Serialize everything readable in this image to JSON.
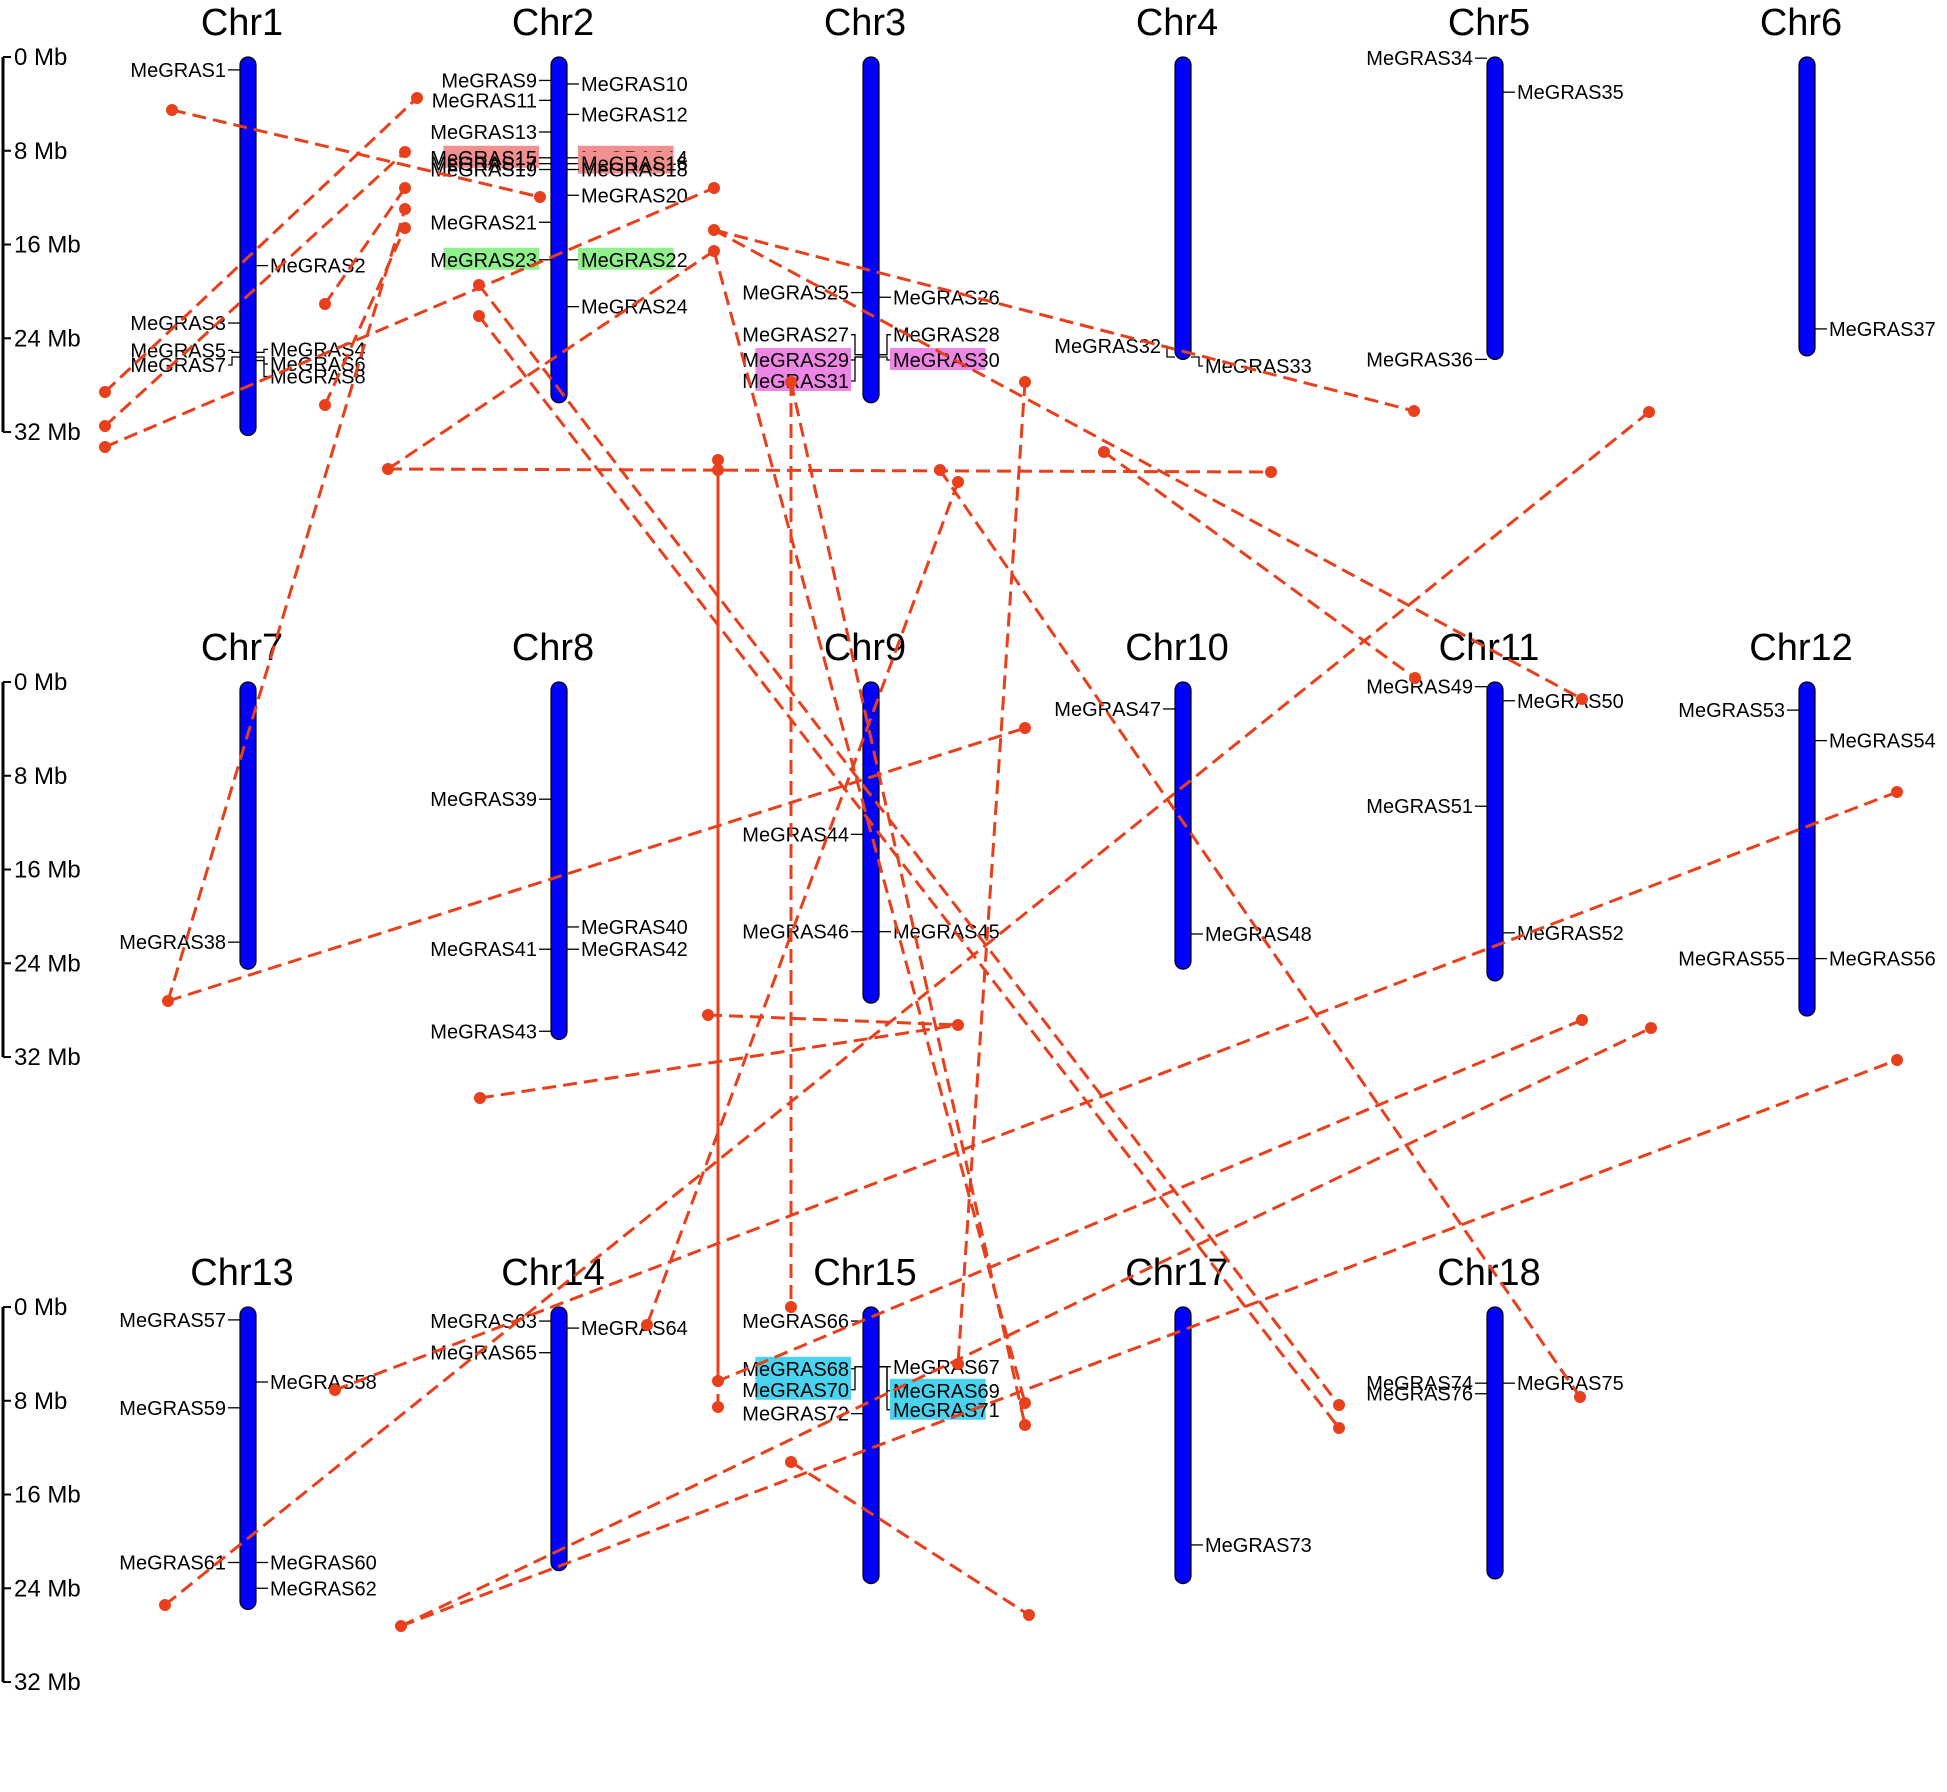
{
  "colors": {
    "chromosome": "#0000ff",
    "duplication_line": "#e8401c",
    "highlight_red": "#f29090",
    "highlight_green": "#8ff08c",
    "highlight_pink": "#ee86e6",
    "highlight_cyan": "#4ad3ee"
  },
  "scale_labels": [
    "0 Mb",
    "8 Mb",
    "16 Mb",
    "24 Mb",
    "32 Mb"
  ],
  "chromosomes": [
    {
      "name": "Chr1",
      "length_mb": 32.3
    },
    {
      "name": "Chr2",
      "length_mb": 29.5
    },
    {
      "name": "Chr3",
      "length_mb": 29.5
    },
    {
      "name": "Chr4",
      "length_mb": 25.8
    },
    {
      "name": "Chr5",
      "length_mb": 25.8
    },
    {
      "name": "Chr6",
      "length_mb": 25.5
    },
    {
      "name": "Chr7",
      "length_mb": 24.5
    },
    {
      "name": "Chr8",
      "length_mb": 30.5
    },
    {
      "name": "Chr9",
      "length_mb": 27.4
    },
    {
      "name": "Chr10",
      "length_mb": 24.5
    },
    {
      "name": "Chr11",
      "length_mb": 25.5
    },
    {
      "name": "Chr12",
      "length_mb": 28.5
    },
    {
      "name": "Chr13",
      "length_mb": 25.8
    },
    {
      "name": "Chr14",
      "length_mb": 22.5
    },
    {
      "name": "Chr15",
      "length_mb": 23.6
    },
    {
      "name": "Chr17",
      "length_mb": 23.6
    },
    {
      "name": "Chr18",
      "length_mb": 23.2
    }
  ],
  "genes": [
    {
      "name": "MeGRAS1",
      "chr": "Chr1",
      "mb": 1.1,
      "side": "L"
    },
    {
      "name": "MeGRAS2",
      "chr": "Chr1",
      "mb": 17.8,
      "side": "R"
    },
    {
      "name": "MeGRAS3",
      "chr": "Chr1",
      "mb": 22.7,
      "side": "L"
    },
    {
      "name": "MeGRAS4",
      "chr": "Chr1",
      "mb": 25.2,
      "side": "R"
    },
    {
      "name": "MeGRAS5",
      "chr": "Chr1",
      "mb": 25.2,
      "side": "L"
    },
    {
      "name": "MeGRAS6",
      "chr": "Chr1",
      "mb": 25.6,
      "side": "R"
    },
    {
      "name": "MeGRAS7",
      "chr": "Chr1",
      "mb": 25.6,
      "side": "L"
    },
    {
      "name": "MeGRAS8",
      "chr": "Chr1",
      "mb": 25.9,
      "side": "R"
    },
    {
      "name": "MeGRAS9",
      "chr": "Chr2",
      "mb": 2.0,
      "side": "L"
    },
    {
      "name": "MeGRAS10",
      "chr": "Chr2",
      "mb": 2.3,
      "side": "R"
    },
    {
      "name": "MeGRAS11",
      "chr": "Chr2",
      "mb": 3.7,
      "side": "L"
    },
    {
      "name": "MeGRAS12",
      "chr": "Chr2",
      "mb": 4.9,
      "side": "R"
    },
    {
      "name": "MeGRAS13",
      "chr": "Chr2",
      "mb": 6.4,
      "side": "L"
    },
    {
      "name": "MeGRAS14",
      "chr": "Chr2",
      "mb": 8.6,
      "side": "R",
      "hl": "highlight_red"
    },
    {
      "name": "MeGRAS15",
      "chr": "Chr2",
      "mb": 8.6,
      "side": "L",
      "hl": "highlight_red"
    },
    {
      "name": "MeGRAS16",
      "chr": "Chr2",
      "mb": 9.1,
      "side": "R",
      "hl": "highlight_red"
    },
    {
      "name": "MeGRAS17",
      "chr": "Chr2",
      "mb": 9.1,
      "side": "L"
    },
    {
      "name": "MeGRAS18",
      "chr": "Chr2",
      "mb": 9.6,
      "side": "R"
    },
    {
      "name": "MeGRAS19",
      "chr": "Chr2",
      "mb": 9.6,
      "side": "L"
    },
    {
      "name": "MeGRAS20",
      "chr": "Chr2",
      "mb": 11.8,
      "side": "R"
    },
    {
      "name": "MeGRAS21",
      "chr": "Chr2",
      "mb": 14.1,
      "side": "L"
    },
    {
      "name": "MeGRAS22",
      "chr": "Chr2",
      "mb": 17.3,
      "side": "R",
      "hl": "highlight_green"
    },
    {
      "name": "MeGRAS23",
      "chr": "Chr2",
      "mb": 17.3,
      "side": "L",
      "hl": "highlight_green"
    },
    {
      "name": "MeGRAS24",
      "chr": "Chr2",
      "mb": 21.3,
      "side": "R"
    },
    {
      "name": "MeGRAS25",
      "chr": "Chr3",
      "mb": 20.1,
      "side": "L"
    },
    {
      "name": "MeGRAS26",
      "chr": "Chr3",
      "mb": 20.5,
      "side": "R"
    },
    {
      "name": "MeGRAS27",
      "chr": "Chr3",
      "mb": 25.4,
      "side": "L"
    },
    {
      "name": "MeGRAS28",
      "chr": "Chr3",
      "mb": 25.4,
      "side": "R"
    },
    {
      "name": "MeGRAS29",
      "chr": "Chr3",
      "mb": 25.6,
      "side": "L",
      "hl": "highlight_pink"
    },
    {
      "name": "MeGRAS30",
      "chr": "Chr3",
      "mb": 25.6,
      "side": "R",
      "hl": "highlight_pink"
    },
    {
      "name": "MeGRAS31",
      "chr": "Chr3",
      "mb": 25.6,
      "side": "L",
      "hl": "highlight_pink"
    },
    {
      "name": "MeGRAS32",
      "chr": "Chr4",
      "mb": 25.6,
      "side": "L"
    },
    {
      "name": "MeGRAS33",
      "chr": "Chr4",
      "mb": 25.6,
      "side": "R"
    },
    {
      "name": "MeGRAS34",
      "chr": "Chr5",
      "mb": 0.1,
      "side": "L"
    },
    {
      "name": "MeGRAS35",
      "chr": "Chr5",
      "mb": 3.0,
      "side": "R"
    },
    {
      "name": "MeGRAS36",
      "chr": "Chr5",
      "mb": 25.8,
      "side": "L"
    },
    {
      "name": "MeGRAS37",
      "chr": "Chr6",
      "mb": 23.2,
      "side": "R"
    },
    {
      "name": "MeGRAS38",
      "chr": "Chr7",
      "mb": 22.2,
      "side": "L"
    },
    {
      "name": "MeGRAS39",
      "chr": "Chr8",
      "mb": 10.0,
      "side": "L"
    },
    {
      "name": "MeGRAS40",
      "chr": "Chr8",
      "mb": 20.9,
      "side": "R"
    },
    {
      "name": "MeGRAS41",
      "chr": "Chr8",
      "mb": 22.8,
      "side": "L"
    },
    {
      "name": "MeGRAS42",
      "chr": "Chr8",
      "mb": 22.8,
      "side": "R"
    },
    {
      "name": "MeGRAS43",
      "chr": "Chr8",
      "mb": 29.8,
      "side": "L"
    },
    {
      "name": "MeGRAS44",
      "chr": "Chr9",
      "mb": 13.0,
      "side": "L"
    },
    {
      "name": "MeGRAS45",
      "chr": "Chr9",
      "mb": 21.3,
      "side": "R"
    },
    {
      "name": "MeGRAS46",
      "chr": "Chr9",
      "mb": 21.3,
      "side": "L"
    },
    {
      "name": "MeGRAS47",
      "chr": "Chr10",
      "mb": 2.3,
      "side": "L"
    },
    {
      "name": "MeGRAS48",
      "chr": "Chr10",
      "mb": 21.5,
      "side": "R"
    },
    {
      "name": "MeGRAS49",
      "chr": "Chr11",
      "mb": 0.4,
      "side": "L"
    },
    {
      "name": "MeGRAS50",
      "chr": "Chr11",
      "mb": 1.6,
      "side": "R"
    },
    {
      "name": "MeGRAS51",
      "chr": "Chr11",
      "mb": 10.6,
      "side": "L"
    },
    {
      "name": "MeGRAS52",
      "chr": "Chr11",
      "mb": 21.4,
      "side": "R"
    },
    {
      "name": "MeGRAS53",
      "chr": "Chr12",
      "mb": 2.4,
      "side": "L"
    },
    {
      "name": "MeGRAS54",
      "chr": "Chr12",
      "mb": 5.0,
      "side": "R"
    },
    {
      "name": "MeGRAS55",
      "chr": "Chr12",
      "mb": 23.6,
      "side": "L"
    },
    {
      "name": "MeGRAS56",
      "chr": "Chr12",
      "mb": 23.6,
      "side": "R"
    },
    {
      "name": "MeGRAS57",
      "chr": "Chr13",
      "mb": 1.1,
      "side": "L"
    },
    {
      "name": "MeGRAS58",
      "chr": "Chr13",
      "mb": 6.4,
      "side": "R"
    },
    {
      "name": "MeGRAS59",
      "chr": "Chr13",
      "mb": 8.6,
      "side": "L"
    },
    {
      "name": "MeGRAS60",
      "chr": "Chr13",
      "mb": 21.8,
      "side": "R"
    },
    {
      "name": "MeGRAS61",
      "chr": "Chr13",
      "mb": 21.8,
      "side": "L"
    },
    {
      "name": "MeGRAS62",
      "chr": "Chr13",
      "mb": 24.0,
      "side": "R"
    },
    {
      "name": "MeGRAS63",
      "chr": "Chr14",
      "mb": 1.2,
      "side": "L"
    },
    {
      "name": "MeGRAS64",
      "chr": "Chr14",
      "mb": 1.8,
      "side": "R"
    },
    {
      "name": "MeGRAS65",
      "chr": "Chr14",
      "mb": 3.9,
      "side": "L"
    },
    {
      "name": "MeGRAS66",
      "chr": "Chr15",
      "mb": 1.2,
      "side": "L"
    },
    {
      "name": "MeGRAS67",
      "chr": "Chr15",
      "mb": 5.1,
      "side": "R"
    },
    {
      "name": "MeGRAS68",
      "chr": "Chr15",
      "mb": 5.1,
      "side": "L",
      "hl": "highlight_cyan"
    },
    {
      "name": "MeGRAS69",
      "chr": "Chr15",
      "mb": 5.1,
      "side": "R",
      "hl": "highlight_cyan"
    },
    {
      "name": "MeGRAS70",
      "chr": "Chr15",
      "mb": 5.1,
      "side": "L",
      "hl": "highlight_cyan"
    },
    {
      "name": "MeGRAS71",
      "chr": "Chr15",
      "mb": 5.1,
      "side": "R",
      "hl": "highlight_cyan"
    },
    {
      "name": "MeGRAS72",
      "chr": "Chr15",
      "mb": 9.1,
      "side": "L"
    },
    {
      "name": "MeGRAS73",
      "chr": "Chr17",
      "mb": 20.3,
      "side": "R"
    },
    {
      "name": "MeGRAS74",
      "chr": "Chr18",
      "mb": 6.5,
      "side": "L"
    },
    {
      "name": "MeGRAS75",
      "chr": "Chr18",
      "mb": 6.5,
      "side": "R"
    },
    {
      "name": "MeGRAS76",
      "chr": "Chr18",
      "mb": 7.4,
      "side": "L"
    }
  ],
  "duplications": [
    [
      "MeGRAS1",
      "MeGRAS16"
    ],
    [
      "MeGRAS3",
      "MeGRAS9"
    ],
    [
      "MeGRAS5",
      "MeGRAS13"
    ],
    [
      "MeGRAS7",
      "MeGRAS14"
    ],
    [
      "MeGRAS38",
      "MeGRAS17"
    ],
    [
      "MeGRAS4",
      "MeGRAS19"
    ],
    [
      "MeGRAS8",
      "MeGRAS20"
    ],
    [
      "MeGRAS8",
      "MeGRAS33"
    ],
    [
      "MeGRAS2",
      "MeGRAS15"
    ],
    [
      "MeGRAS18",
      "MeGRAS36"
    ],
    [
      "MeGRAS18",
      "MeGRAS50"
    ],
    [
      "MeGRAS21",
      "MeGRAS74"
    ],
    [
      "MeGRAS23",
      "MeGRAS76"
    ],
    [
      "MeGRAS20",
      "MeGRAS69"
    ],
    [
      "MeGRAS25",
      "MeGRAS71"
    ],
    [
      "MeGRAS25",
      "MeGRAS66"
    ],
    [
      "MeGRAS26",
      "MeGRAS67"
    ],
    [
      "MeGRAS29",
      "MeGRAS68"
    ],
    [
      "MeGRAS31",
      "MeGRAS70"
    ],
    [
      "MeGRAS30",
      "MeGRAS64"
    ],
    [
      "MeGRAS28",
      "MeGRAS75"
    ],
    [
      "MeGRAS32",
      "MeGRAS49"
    ],
    [
      "MeGRAS37",
      "MeGRAS61"
    ],
    [
      "MeGRAS38",
      "MeGRAS47"
    ],
    [
      "MeGRAS42",
      "MeGRAS45"
    ],
    [
      "MeGRAS43",
      "MeGRAS45"
    ],
    [
      "MeGRAS54",
      "MeGRAS58"
    ],
    [
      "MeGRAS60",
      "MeGRAS55"
    ],
    [
      "MeGRAS60",
      "MeGRAS56"
    ],
    [
      "MeGRAS52",
      "MeGRAS68"
    ],
    [
      "MeGRAS72",
      "MeGRAS73"
    ]
  ]
}
